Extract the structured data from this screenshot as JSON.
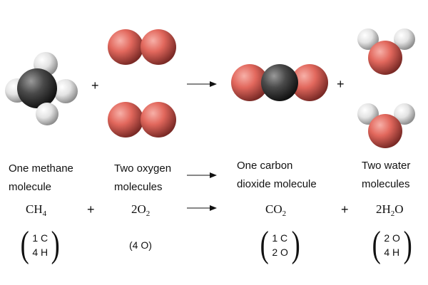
{
  "top_row": {
    "plus_1": "+",
    "plus_2": "+",
    "molecules": [
      {
        "name": "methane",
        "atoms": [
          "C",
          "H",
          "H",
          "H",
          "H"
        ]
      },
      {
        "name": "oxygen",
        "atoms": [
          "O",
          "O"
        ]
      },
      {
        "name": "oxygen",
        "atoms": [
          "O",
          "O"
        ]
      },
      {
        "name": "carbon-dioxide",
        "atoms": [
          "O",
          "C",
          "O"
        ]
      },
      {
        "name": "water",
        "atoms": [
          "O",
          "H",
          "H"
        ]
      },
      {
        "name": "water",
        "atoms": [
          "O",
          "H",
          "H"
        ]
      }
    ]
  },
  "colors": {
    "carbon": "#3a3a3a",
    "oxygen": "#d9574f",
    "hydrogen": "#e6e6e6",
    "text": "#111111"
  },
  "labels": {
    "methane": [
      "One methane",
      "molecule"
    ],
    "oxygen": [
      "Two oxygen",
      "molecules"
    ],
    "carbon_dioxide": [
      "One carbon",
      "dioxide molecule"
    ],
    "water": [
      "Two water",
      "molecules"
    ]
  },
  "formulas": {
    "methane": {
      "main": "CH",
      "sub": "4"
    },
    "oxygen": {
      "prefix": "2O",
      "sub": "2"
    },
    "carbon_dioxide": {
      "main": "CO",
      "sub": "2"
    },
    "water": {
      "prefix": "2H",
      "sub": "2",
      "suffix": "O"
    },
    "plus_1": "+",
    "plus_2": "+"
  },
  "atom_counts": {
    "methane": [
      "1 C",
      "4 H"
    ],
    "oxygen": "(4 O)",
    "carbon_dioxide": [
      "1 C",
      "2 O"
    ],
    "water": [
      "2 O",
      "4 H"
    ],
    "open_paren": "(",
    "close_paren": ")"
  }
}
